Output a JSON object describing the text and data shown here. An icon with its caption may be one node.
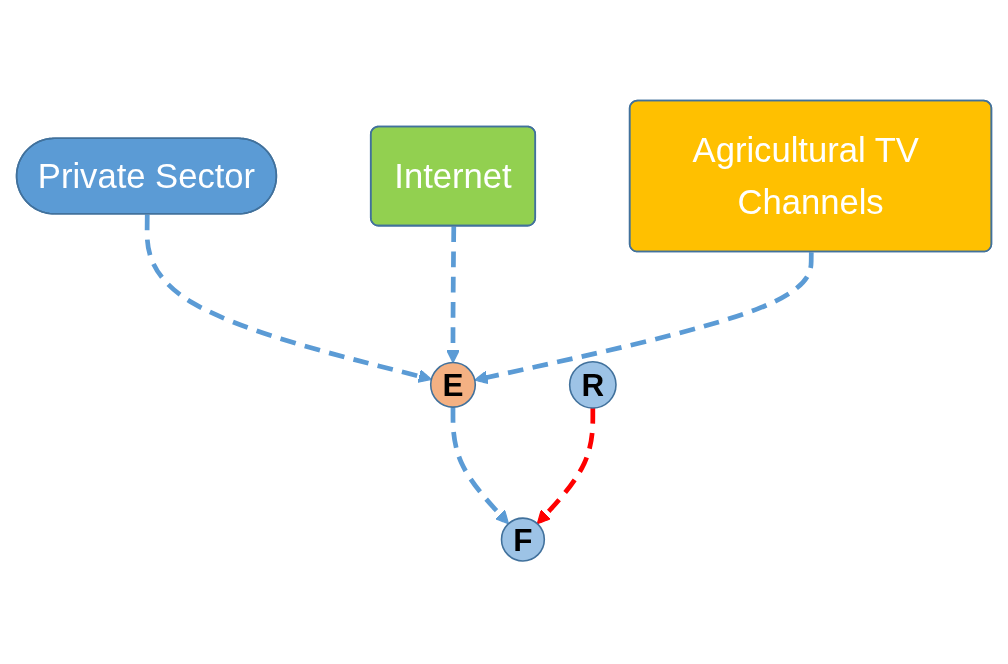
{
  "diagram": {
    "nodes": [
      {
        "text": [
          "Private Sector"
        ]
      },
      {
        "text": [
          "Internet"
        ]
      },
      {
        "text": [
          "Agricultural TV Channels"
        ]
      },
      {
        "text": [
          "E"
        ]
      },
      {
        "text": [
          "R"
        ]
      },
      {
        "text": [
          "F"
        ]
      }
    ],
    "edges": [
      {
        "from": 0,
        "to": 3,
        "arrow": "to",
        "style": "dashed"
      },
      {
        "from": 1,
        "to": 3,
        "arrow": "to",
        "style": "dashed"
      },
      {
        "from": 2,
        "to": 3,
        "arrow": "to",
        "style": "dashed"
      },
      {
        "from": 3,
        "to": 5,
        "arrow": "to",
        "style": "dashed"
      },
      {
        "from": 4,
        "to": 5,
        "arrow": "to",
        "style": "dashed",
        "color": "#ff0000"
      }
    ]
  }
}
